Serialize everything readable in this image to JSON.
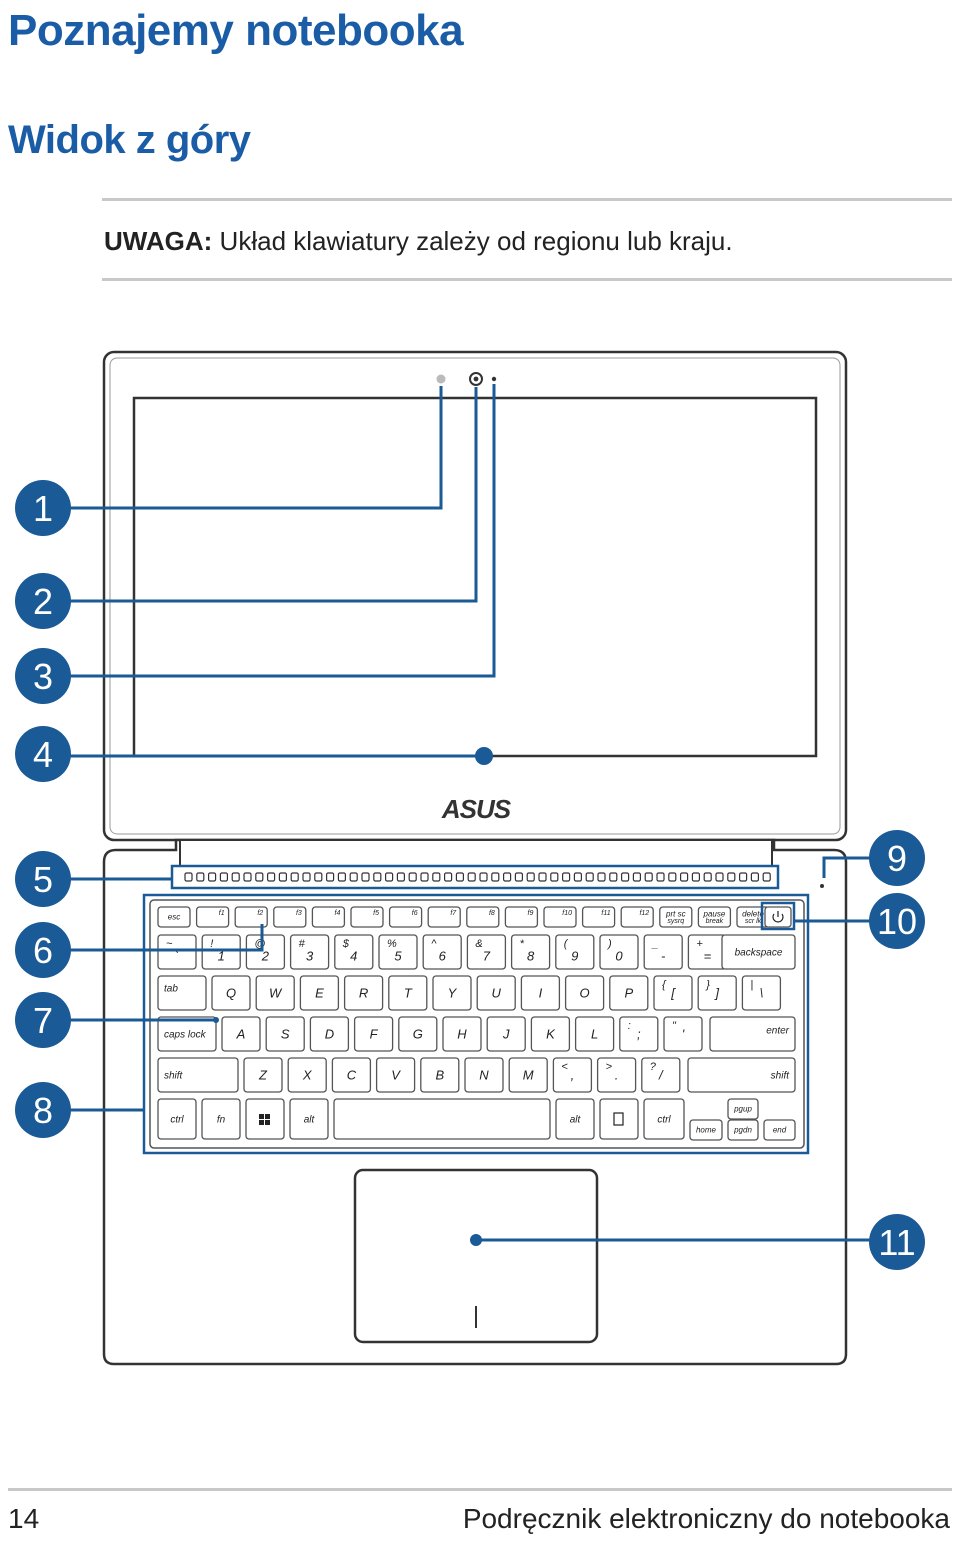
{
  "page": {
    "title": "Poznajemy notebooka",
    "section_title": "Widok z góry",
    "note_label": "UWAGA:",
    "note_text": " Układ klawiatury zależy od regionu lub kraju.",
    "page_number": "14",
    "footer_title": "Podręcznik elektroniczny do notebooka"
  },
  "diagram": {
    "brand": "ASUS",
    "colors": {
      "callout": "#1a5a96",
      "outline": "#333333",
      "key": "#555555"
    },
    "callouts": [
      "1",
      "2",
      "3",
      "4",
      "5",
      "6",
      "7",
      "8",
      "9",
      "10",
      "11"
    ],
    "keyboard": {
      "fn_row": [
        "esc",
        "f1",
        "f2",
        "f3",
        "f4",
        "f5",
        "f6",
        "f7",
        "f8",
        "f9",
        "f10",
        "f11",
        "f12",
        "prt sc",
        "pause",
        "delete"
      ],
      "fn_row_sub": [
        "",
        "",
        "",
        "",
        "",
        "",
        "",
        "",
        "",
        "",
        "",
        "",
        "",
        "sysrq",
        "break",
        "scr lk"
      ],
      "num_row_bottom": [
        "`",
        "1",
        "2",
        "3",
        "4",
        "5",
        "6",
        "7",
        "8",
        "9",
        "0",
        "-",
        "="
      ],
      "num_row_top": [
        "~",
        "!",
        "@",
        "#",
        "$",
        "%",
        "^",
        "&",
        "*",
        "(",
        ")",
        "_",
        "+"
      ],
      "backspace": "backspace",
      "tab": "tab",
      "row_q": [
        "Q",
        "W",
        "E",
        "R",
        "T",
        "Y",
        "U",
        "I",
        "O",
        "P",
        "[",
        "]",
        "\\"
      ],
      "row_q_top": [
        "",
        "",
        "",
        "",
        "",
        "",
        "",
        "",
        "",
        "",
        "{",
        "}",
        "|"
      ],
      "caps": "caps lock",
      "row_a": [
        "A",
        "S",
        "D",
        "F",
        "G",
        "H",
        "J",
        "K",
        "L",
        ";",
        "'"
      ],
      "row_a_top": [
        "",
        "",
        "",
        "",
        "",
        "",
        "",
        "",
        "",
        ":",
        "\""
      ],
      "enter": "enter",
      "shift": "shift",
      "row_z": [
        "Z",
        "X",
        "C",
        "V",
        "B",
        "N",
        "M",
        ",",
        ".",
        "/"
      ],
      "row_z_top": [
        "",
        "",
        "",
        "",
        "",
        "",
        "",
        "<",
        ">",
        "?"
      ],
      "ctrl": "ctrl",
      "fn": "fn",
      "alt": "alt",
      "pgup": "pgup",
      "pgdn": "pgdn",
      "home": "home",
      "end": "end"
    }
  }
}
